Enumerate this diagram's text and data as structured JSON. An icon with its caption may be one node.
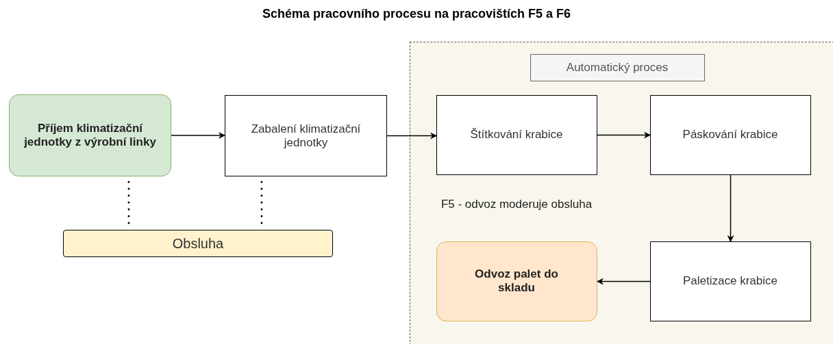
{
  "diagram": {
    "title": "Schéma pracovního procesu na pracovištích F5 a F6",
    "nodes": [
      {
        "text": [
          "Příjem klimatizační jednotky z výrobní linky"
        ]
      },
      {
        "text": [
          "Zabalení klimatizační jednotky"
        ]
      },
      {
        "text": [
          "Obsluha"
        ]
      },
      {
        "text": [],
        "shape": "box"
      },
      {
        "text": [
          "Automatický proces"
        ],
        "in": 3
      },
      {
        "text": [
          "Štítkování krabice"
        ],
        "in": 3
      },
      {
        "text": [
          "Páskování krabice"
        ],
        "in": 3
      },
      {
        "text": [
          "Odvoz palet do skladu"
        ],
        "in": 3,
        "beside": [
          "F5 - odvoz moderuje obsluha"
        ]
      },
      {
        "text": [
          "Paletizace krabice"
        ],
        "in": 3
      }
    ],
    "edges": [
      {
        "from": 0,
        "to": 1,
        "arrow": "to"
      },
      {
        "from": 1,
        "to": 5,
        "arrow": "to"
      },
      {
        "from": 5,
        "to": 6,
        "arrow": "to"
      },
      {
        "from": 6,
        "to": 8,
        "arrow": "to"
      },
      {
        "from": 8,
        "to": 7,
        "arrow": "to"
      },
      {
        "from": 0,
        "to": 2,
        "arrow": "none",
        "style": "dashed"
      },
      {
        "from": 1,
        "to": 2,
        "arrow": "none",
        "style": "dashed"
      }
    ]
  }
}
